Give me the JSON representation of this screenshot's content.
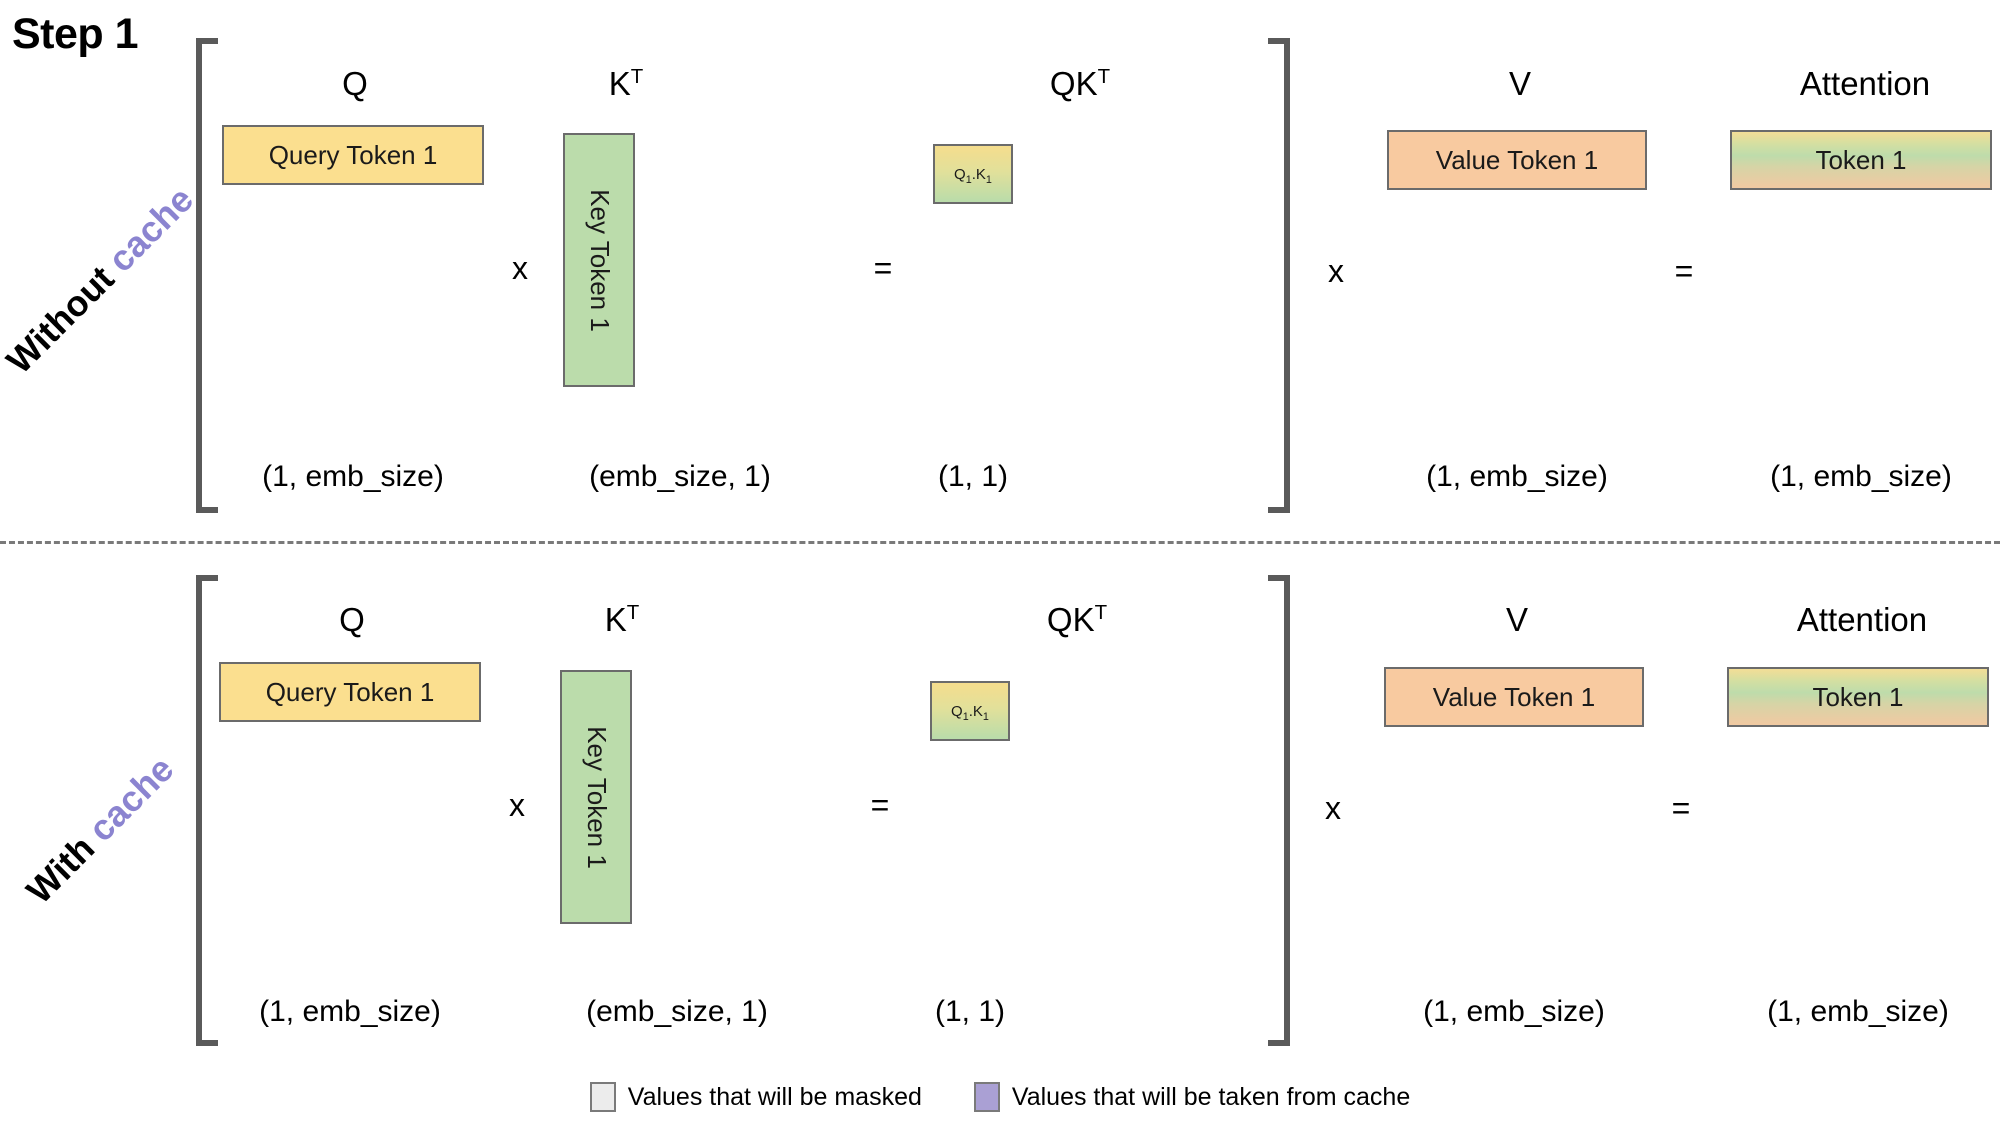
{
  "title": "Step 1",
  "rows": [
    {
      "id": "without-cache",
      "label_plain": "Without",
      "label_accent": "cache",
      "left_group": {
        "headers": [
          "Q",
          "K",
          "QK"
        ],
        "header_sups": [
          "",
          "T",
          "T"
        ],
        "boxes": {
          "query": "Query Token 1",
          "key": "Key Token 1",
          "qk_main": "Q",
          "qk_sub1": "1",
          "qk_mid": ".K",
          "qk_sub2": "1"
        },
        "operators": [
          "x",
          "="
        ],
        "dims": [
          "(1, emb_size)",
          "(emb_size, 1)",
          "(1, 1)"
        ]
      },
      "right_group": {
        "headers": [
          "V",
          "Attention"
        ],
        "boxes": {
          "value": "Value Token 1",
          "attention": "Token 1"
        },
        "operators": [
          "x",
          "="
        ],
        "dims": [
          "(1, emb_size)",
          "(1, emb_size)"
        ]
      }
    },
    {
      "id": "with-cache",
      "label_plain": "With",
      "label_accent": "cache",
      "left_group": {
        "headers": [
          "Q",
          "K",
          "QK"
        ],
        "header_sups": [
          "",
          "T",
          "T"
        ],
        "boxes": {
          "query": "Query Token 1",
          "key": "Key Token 1",
          "qk_main": "Q",
          "qk_sub1": "1",
          "qk_mid": ".K",
          "qk_sub2": "1"
        },
        "operators": [
          "x",
          "="
        ],
        "dims": [
          "(1, emb_size)",
          "(emb_size, 1)",
          "(1, 1)"
        ]
      },
      "right_group": {
        "headers": [
          "V",
          "Attention"
        ],
        "boxes": {
          "value": "Value Token 1",
          "attention": "Token 1"
        },
        "operators": [
          "x",
          "="
        ],
        "dims": [
          "(1, emb_size)",
          "(1, emb_size)"
        ]
      }
    }
  ],
  "legend": [
    {
      "label": "Values that will be masked",
      "color": "#ececec"
    },
    {
      "label": "Values that will be taken from cache",
      "color": "#aaa0d4"
    }
  ],
  "colors": {
    "query_fill": "#fbdf8f",
    "key_fill": "#bbdcab",
    "value_fill": "#f8caa0",
    "accent_purple": "#8b84d0",
    "bracket_gray": "#5a5a5a",
    "box_border": "#6b6b6b"
  }
}
